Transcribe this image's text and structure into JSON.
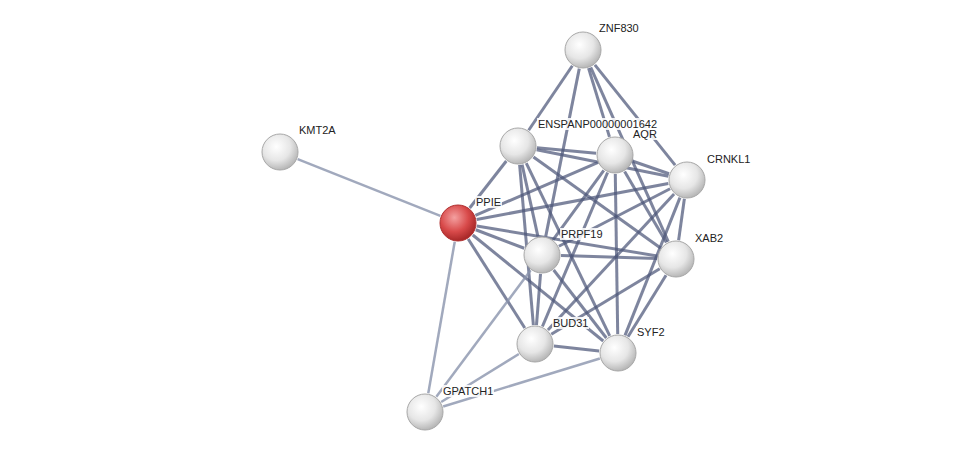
{
  "diagram": {
    "nodes": [
      {
        "text": [
          "ZNF830"
        ]
      },
      {
        "text": [
          "KMT2A"
        ]
      },
      {
        "text": [
          "ENSPANP00000001642"
        ]
      },
      {
        "text": [
          "AQR"
        ]
      },
      {
        "text": [
          "CRNKL1"
        ]
      },
      {
        "text": [
          "PPIE"
        ]
      },
      {
        "text": [
          "PRPF19"
        ]
      },
      {
        "text": [
          "XAB2"
        ]
      },
      {
        "text": [
          "BUD31"
        ]
      },
      {
        "text": [
          "SYF2"
        ]
      },
      {
        "text": [
          "GPATCH1"
        ]
      }
    ],
    "edges": [
      {
        "from": 5,
        "to": 1,
        "arrow": "none"
      },
      {
        "from": 5,
        "to": 2,
        "arrow": "none"
      },
      {
        "from": 5,
        "to": 3,
        "arrow": "none"
      },
      {
        "from": 5,
        "to": 4,
        "arrow": "none"
      },
      {
        "from": 5,
        "to": 6,
        "arrow": "none"
      },
      {
        "from": 5,
        "to": 7,
        "arrow": "none"
      },
      {
        "from": 5,
        "to": 8,
        "arrow": "none"
      },
      {
        "from": 5,
        "to": 9,
        "arrow": "none"
      },
      {
        "from": 5,
        "to": 10,
        "arrow": "none"
      },
      {
        "from": 0,
        "to": 2,
        "arrow": "none"
      },
      {
        "from": 0,
        "to": 3,
        "arrow": "none"
      },
      {
        "from": 0,
        "to": 4,
        "arrow": "none"
      },
      {
        "from": 0,
        "to": 6,
        "arrow": "none"
      },
      {
        "from": 0,
        "to": 7,
        "arrow": "none"
      },
      {
        "from": 2,
        "to": 3,
        "arrow": "none"
      },
      {
        "from": 2,
        "to": 4,
        "arrow": "none"
      },
      {
        "from": 2,
        "to": 6,
        "arrow": "none"
      },
      {
        "from": 2,
        "to": 7,
        "arrow": "none"
      },
      {
        "from": 2,
        "to": 8,
        "arrow": "none"
      },
      {
        "from": 2,
        "to": 9,
        "arrow": "none"
      },
      {
        "from": 3,
        "to": 4,
        "arrow": "none"
      },
      {
        "from": 3,
        "to": 6,
        "arrow": "none"
      },
      {
        "from": 3,
        "to": 7,
        "arrow": "none"
      },
      {
        "from": 3,
        "to": 8,
        "arrow": "none"
      },
      {
        "from": 3,
        "to": 9,
        "arrow": "none"
      },
      {
        "from": 4,
        "to": 6,
        "arrow": "none"
      },
      {
        "from": 4,
        "to": 7,
        "arrow": "none"
      },
      {
        "from": 4,
        "to": 8,
        "arrow": "none"
      },
      {
        "from": 4,
        "to": 9,
        "arrow": "none"
      },
      {
        "from": 6,
        "to": 7,
        "arrow": "none"
      },
      {
        "from": 6,
        "to": 8,
        "arrow": "none"
      },
      {
        "from": 6,
        "to": 9,
        "arrow": "none"
      },
      {
        "from": 6,
        "to": 10,
        "arrow": "none"
      },
      {
        "from": 7,
        "to": 8,
        "arrow": "none"
      },
      {
        "from": 7,
        "to": 9,
        "arrow": "none"
      },
      {
        "from": 8,
        "to": 9,
        "arrow": "none"
      },
      {
        "from": 8,
        "to": 10,
        "arrow": "none"
      },
      {
        "from": 9,
        "to": 10,
        "arrow": "none"
      }
    ]
  }
}
